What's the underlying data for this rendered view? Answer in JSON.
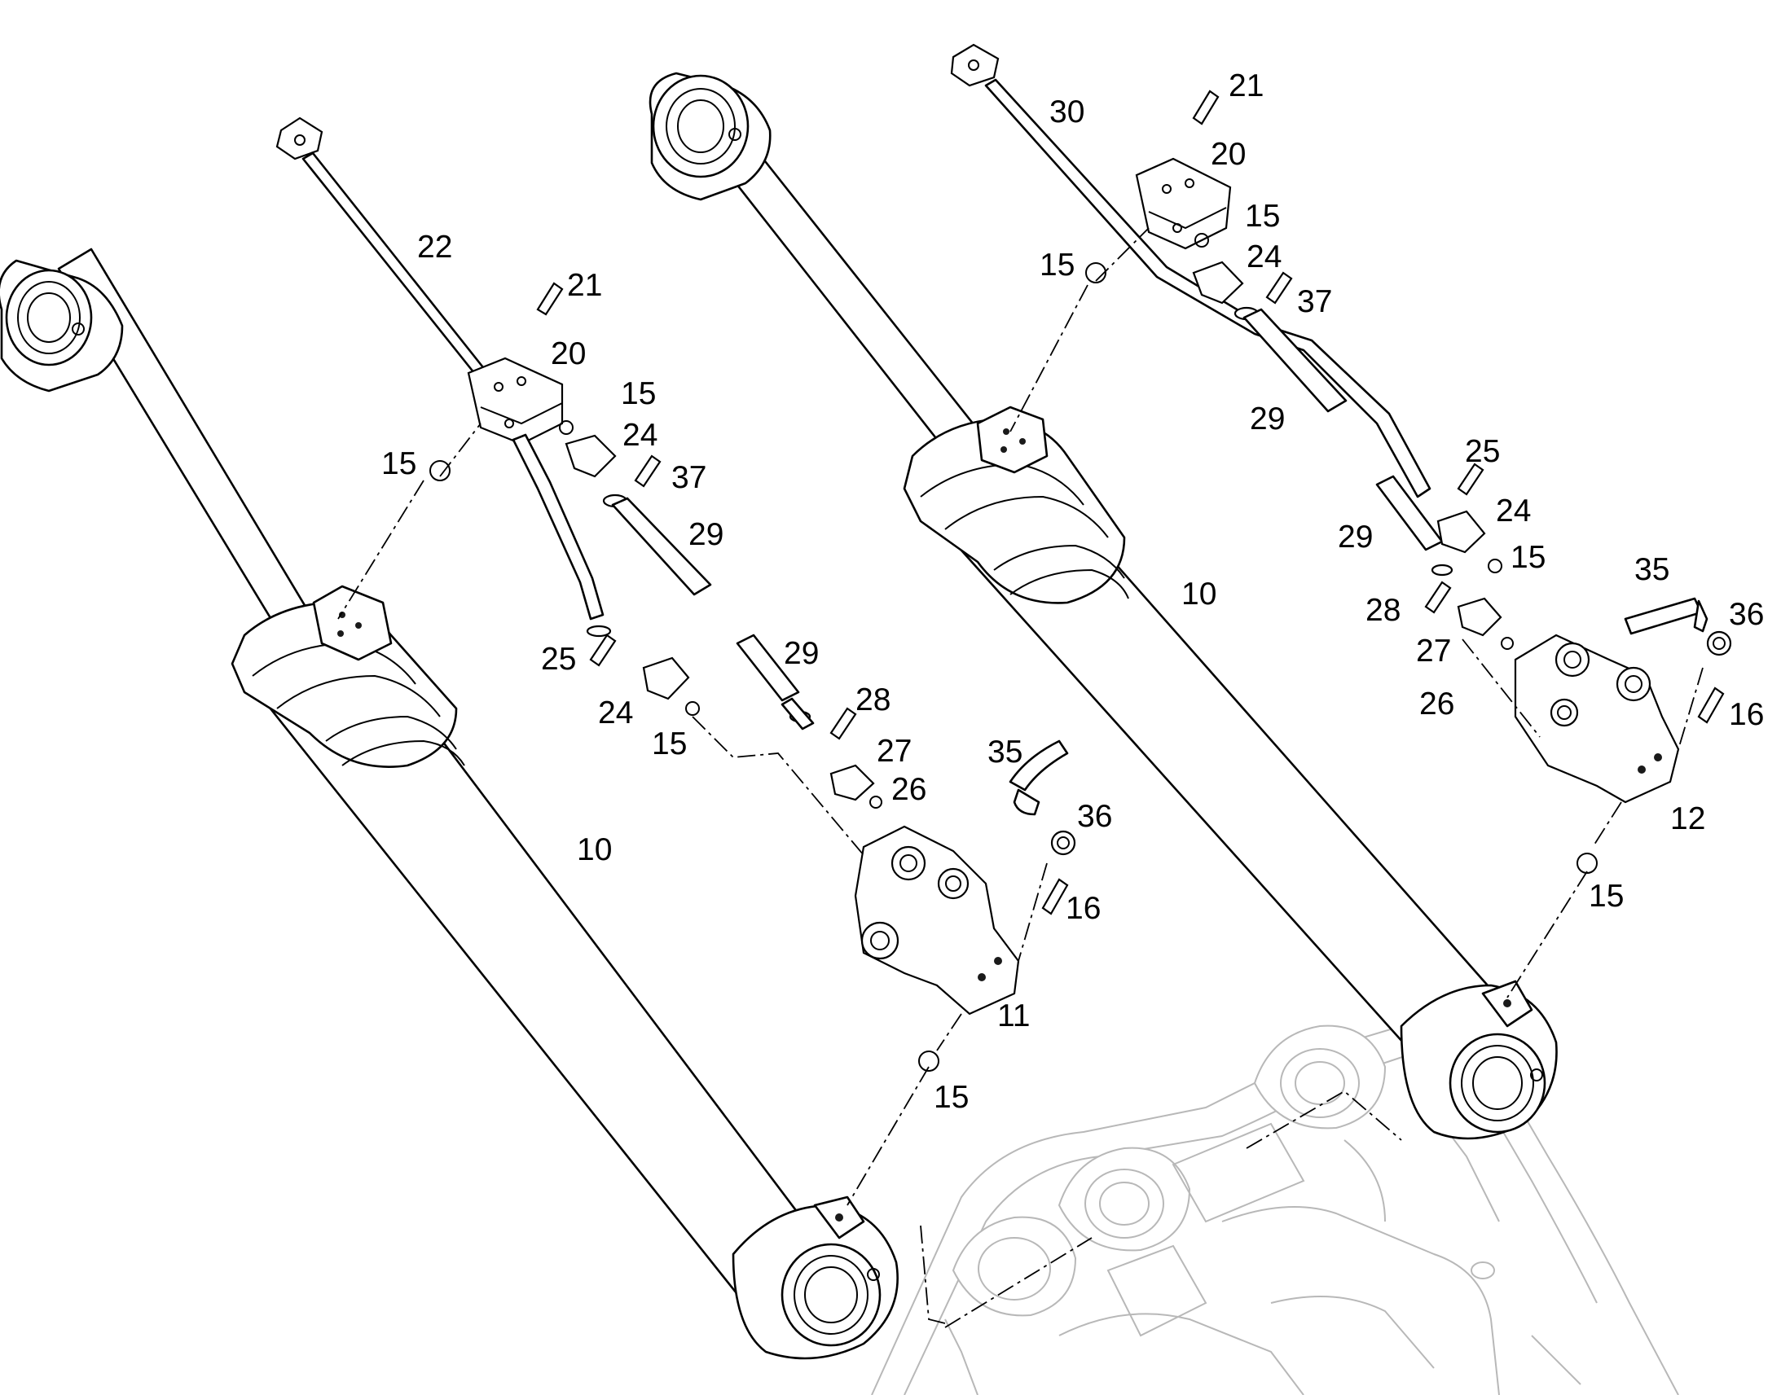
{
  "callouts": {
    "left": {
      "c22": "22",
      "c21": "21",
      "c20": "20",
      "c15a": "15",
      "c15b": "15",
      "c24a": "24",
      "c37": "37",
      "c29a": "29",
      "c25": "25",
      "c24b": "24",
      "c15c": "15",
      "c29b": "29",
      "c28": "28",
      "c27": "27",
      "c26": "26",
      "c35": "35",
      "c36": "36",
      "c16": "16",
      "c10": "10",
      "c11": "11",
      "c15d": "15"
    },
    "right": {
      "c30": "30",
      "c21": "21",
      "c20": "20",
      "c15a": "15",
      "c15b": "15",
      "c24a": "24",
      "c37": "37",
      "c29a": "29",
      "c25": "25",
      "c24b": "24",
      "c29b": "29",
      "c15c": "15",
      "c35": "35",
      "c36": "36",
      "c28": "28",
      "c27": "27",
      "c26": "26",
      "c16": "16",
      "c10": "10",
      "c12": "12",
      "c15d": "15"
    }
  }
}
